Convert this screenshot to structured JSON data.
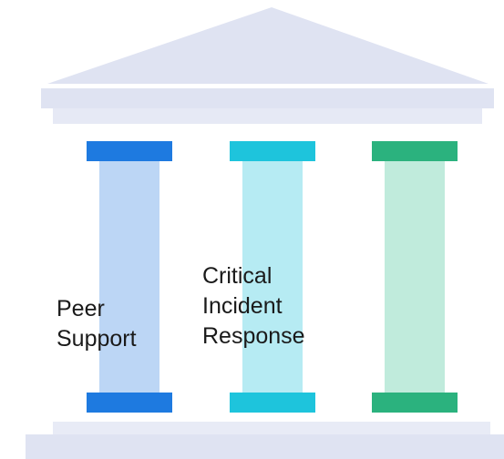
{
  "diagram": {
    "pillars": [
      {
        "label_lines": [
          "Peer",
          "Support"
        ],
        "cap_color": "#1e7ae0",
        "shaft_color": "#bcd6f5",
        "base_color": "#1e7ae0"
      },
      {
        "label_lines": [
          "Critical",
          "Incident",
          "Response"
        ],
        "cap_color": "#1ec4dc",
        "shaft_color": "#b6ebf3",
        "base_color": "#1ec4dc"
      },
      {
        "label_lines": [],
        "cap_color": "#2bb27e",
        "shaft_color": "#c0ebdc",
        "base_color": "#2bb27e"
      }
    ],
    "roof_color": "#dfe3f2",
    "foundation_color": "#dfe3f2"
  }
}
